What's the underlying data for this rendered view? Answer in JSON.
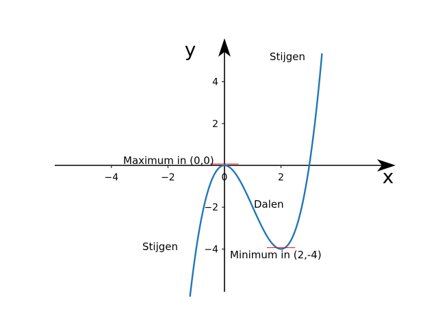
{
  "chart_data": {
    "type": "line",
    "title": "",
    "xlabel": "x",
    "ylabel": "y",
    "xlim": [
      -6,
      6
    ],
    "ylim": [
      -6,
      6
    ],
    "grid": false,
    "x_ticks": [
      {
        "value": -4,
        "label": "−4"
      },
      {
        "value": -2,
        "label": "−2"
      },
      {
        "value": 0,
        "label": "0"
      },
      {
        "value": 2,
        "label": "2"
      }
    ],
    "y_ticks": [
      {
        "value": 4,
        "label": "4"
      },
      {
        "value": 2,
        "label": "2"
      },
      {
        "value": -2,
        "label": "−2"
      },
      {
        "value": -4,
        "label": "−4"
      }
    ],
    "series": [
      {
        "function": "y = x^3 - 3x^2",
        "color": "#1f77b4",
        "x_range": [
          -1.22,
          3.45
        ],
        "x": [
          -1.2,
          -1,
          -0.8,
          -0.6,
          -0.4,
          -0.2,
          0,
          0.2,
          0.4,
          0.6,
          0.8,
          1,
          1.2,
          1.4,
          1.6,
          1.8,
          2,
          2.2,
          2.4,
          2.6,
          2.8,
          3,
          3.2,
          3.4
        ],
        "y": [
          -6.05,
          -4,
          -2.43,
          -1.3,
          -0.54,
          -0.13,
          0,
          -0.11,
          -0.42,
          -0.86,
          -1.41,
          -2,
          -2.59,
          -3.14,
          -3.58,
          -3.89,
          -4,
          -3.87,
          -3.46,
          -2.7,
          -1.57,
          0,
          2.05,
          4.62
        ]
      }
    ],
    "extrema": [
      {
        "x": 0,
        "y": 0,
        "color": "#ff0000"
      },
      {
        "x": 2,
        "y": -4,
        "color": "#ff0000"
      }
    ],
    "annotations": [
      {
        "text": "Maximum in (0,0)"
      },
      {
        "text": "Minimum in (2,-4)"
      },
      {
        "text": "Dalen"
      },
      {
        "text": "Stijgen"
      },
      {
        "text": "Stijgen"
      }
    ]
  }
}
